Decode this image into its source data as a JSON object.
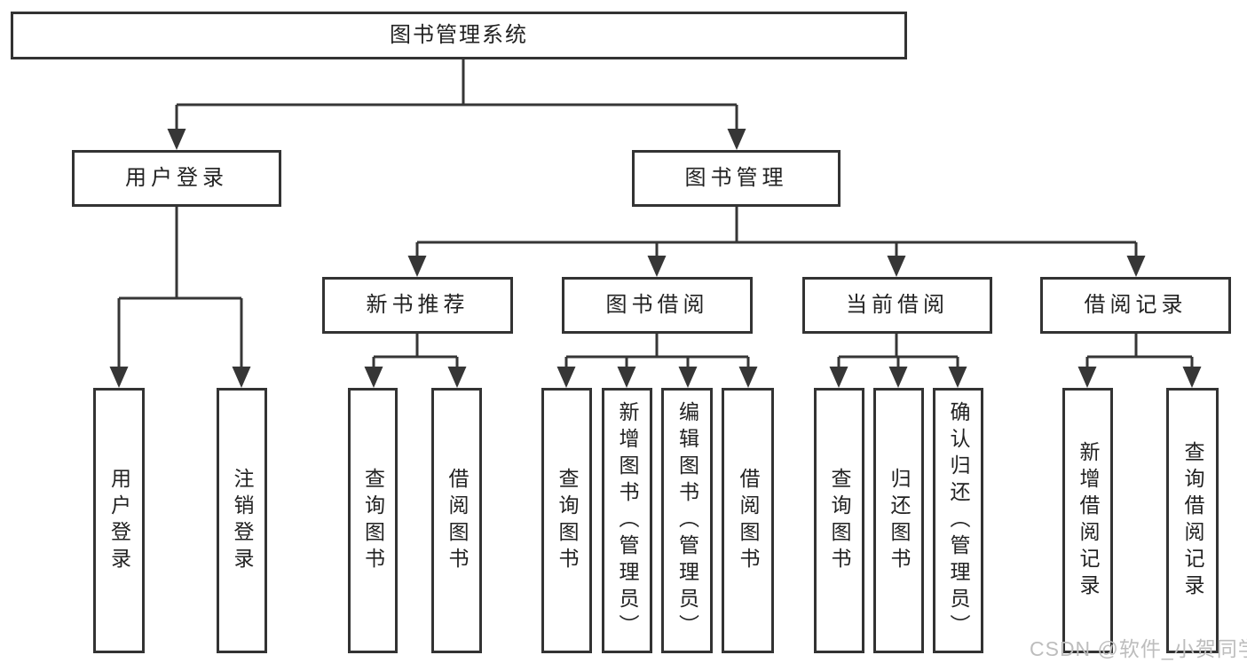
{
  "diagram": {
    "nodes": {
      "root": {
        "label": "图书管理系统"
      },
      "user_login": {
        "label": "用户登录"
      },
      "book_mgmt": {
        "label": "图书管理"
      },
      "new_book_rec": {
        "label": "新书推荐"
      },
      "book_borrow": {
        "label": "图书借阅"
      },
      "current_borrow": {
        "label": "当前借阅"
      },
      "borrow_records": {
        "label": "借阅记录"
      },
      "leaf_user_login": {
        "label": "用户登录"
      },
      "leaf_logout": {
        "label": "注销登录"
      },
      "leaf_query_books_rec": {
        "label": "查询图书"
      },
      "leaf_borrow_books_rec": {
        "label": "借阅图书"
      },
      "leaf_query_books_borrow": {
        "label": "查询图书"
      },
      "leaf_add_books_admin": {
        "label": "新增图书（管理员）"
      },
      "leaf_edit_books_admin": {
        "label": "编辑图书（管理员）"
      },
      "leaf_borrow_books": {
        "label": "借阅图书"
      },
      "leaf_query_books_current": {
        "label": "查询图书"
      },
      "leaf_return_books": {
        "label": "归还图书"
      },
      "leaf_confirm_return_admin": {
        "label": "确认归还（管理员）"
      },
      "leaf_add_borrow_record": {
        "label": "新增借阅记录"
      },
      "leaf_query_borrow_record": {
        "label": "查询借阅记录"
      }
    },
    "hierarchy": {
      "root": "图书管理系统",
      "children": [
        {
          "label": "用户登录",
          "children": [
            "用户登录",
            "注销登录"
          ]
        },
        {
          "label": "图书管理",
          "children": [
            {
              "label": "新书推荐",
              "children": [
                "查询图书",
                "借阅图书"
              ]
            },
            {
              "label": "图书借阅",
              "children": [
                "查询图书",
                "新增图书（管理员）",
                "编辑图书（管理员）",
                "借阅图书"
              ]
            },
            {
              "label": "当前借阅",
              "children": [
                "查询图书",
                "归还图书",
                "确认归还（管理员）"
              ]
            },
            {
              "label": "借阅记录",
              "children": [
                "新增借阅记录",
                "查询借阅记录"
              ]
            }
          ]
        }
      ]
    },
    "colors": {
      "line": "#363636",
      "border": "#333333",
      "text": "#222222",
      "watermark_text": "#bdbdbd",
      "background": "#ffffff"
    },
    "watermark": "CSDN @软件_小贺同学"
  }
}
